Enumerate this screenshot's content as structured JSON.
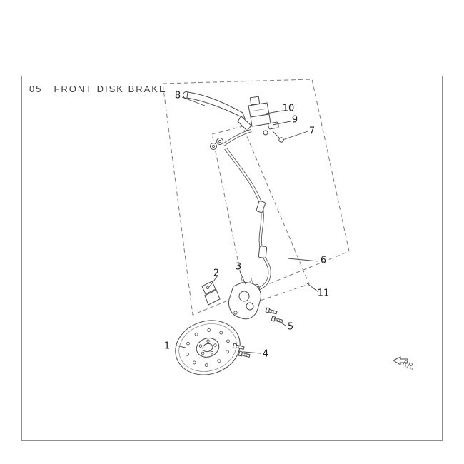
{
  "header": {
    "number": "05",
    "title": "FRONT DISK BRAKE"
  },
  "rr": {
    "label": "RR."
  },
  "colors": {
    "line_ink": "#4a4a4a",
    "frame": "#8f8f8f",
    "background": "#ffffff"
  },
  "callouts": [
    {
      "label": "1"
    },
    {
      "label": "2"
    },
    {
      "label": "3"
    },
    {
      "label": "4"
    },
    {
      "label": "5"
    },
    {
      "label": "6"
    },
    {
      "label": "7"
    },
    {
      "label": "8"
    },
    {
      "label": "9"
    },
    {
      "label": "10"
    },
    {
      "label": "11"
    }
  ]
}
